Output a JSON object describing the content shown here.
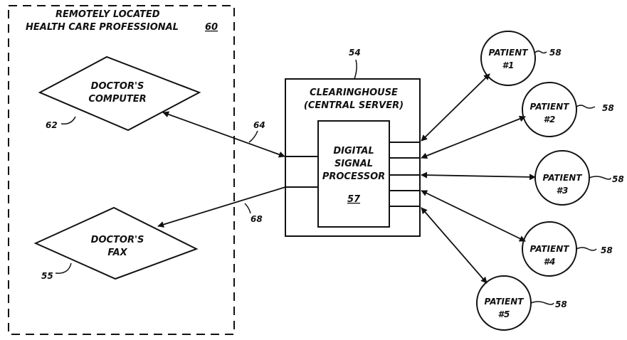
{
  "remote_box": {
    "title_line1": "REMOTELY LOCATED",
    "title_line2": "HEALTH CARE PROFESSIONAL",
    "ref": "60"
  },
  "doctor_computer": {
    "line1": "DOCTOR'S",
    "line2": "COMPUTER",
    "ref": "62"
  },
  "doctor_fax": {
    "line1": "DOCTOR'S",
    "line2": "FAX",
    "ref": "55"
  },
  "clearinghouse": {
    "line1": "CLEARINGHOUSE",
    "line2": "(CENTRAL SERVER)",
    "ref": "54"
  },
  "dsp": {
    "line1": "DIGITAL",
    "line2": "SIGNAL",
    "line3": "PROCESSOR",
    "ref": "57"
  },
  "links": {
    "computer_link_ref": "64",
    "fax_link_ref": "68"
  },
  "patients": [
    {
      "label": "PATIENT",
      "number": "#1",
      "ref": "58"
    },
    {
      "label": "PATIENT",
      "number": "#2",
      "ref": "58"
    },
    {
      "label": "PATIENT",
      "number": "#3",
      "ref": "58"
    },
    {
      "label": "PATIENT",
      "number": "#4",
      "ref": "58"
    },
    {
      "label": "PATIENT",
      "number": "#5",
      "ref": "58"
    }
  ]
}
